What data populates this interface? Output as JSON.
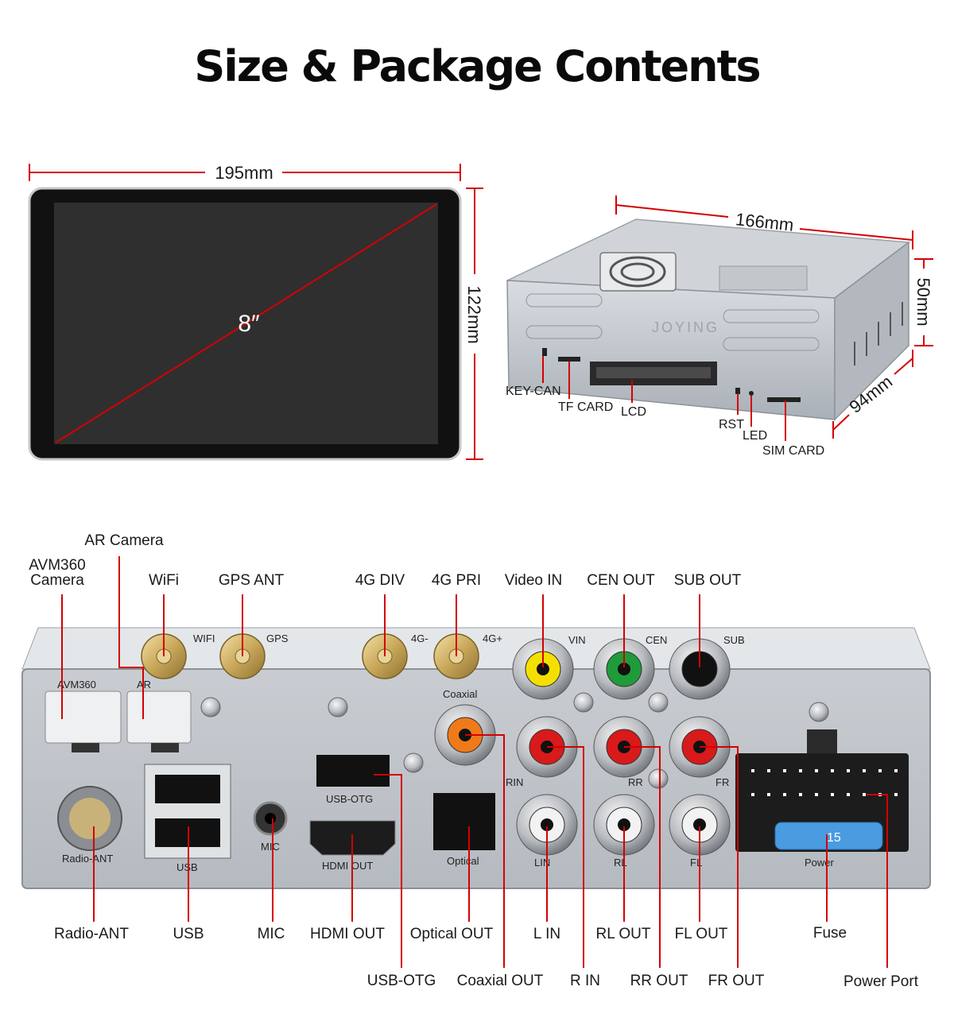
{
  "title": "Size & Package Contents",
  "screen": {
    "width_label": "195mm",
    "height_label": "122mm",
    "diagonal_label": "8″"
  },
  "host": {
    "length_label": "166mm",
    "height_label": "50mm",
    "depth_label": "94mm",
    "brand_mark": "JOYING",
    "ports": [
      "KEY-CAN",
      "TF CARD",
      "LCD",
      "RST",
      "LED",
      "SIM CARD"
    ]
  },
  "rear": {
    "top_labels": {
      "ar_camera": "AR Camera",
      "avm360_line1": "AVM360",
      "avm360_line2": "Camera",
      "wifi": "WiFi",
      "gps_ant": "GPS ANT",
      "g4_div": "4G DIV",
      "g4_pri": "4G PRI",
      "video_in": "Video IN",
      "cen_out": "CEN OUT",
      "sub_out": "SUB OUT"
    },
    "bottom_labels": {
      "radio_ant": "Radio-ANT",
      "usb": "USB",
      "mic": "MIC",
      "hdmi_out": "HDMI OUT",
      "optical_out": "Optical OUT",
      "l_in": "L IN",
      "rl_out": "RL OUT",
      "fl_out": "FL OUT",
      "fuse": "Fuse",
      "usb_otg": "USB-OTG",
      "coaxial_out": "Coaxial OUT",
      "r_in": "R IN",
      "rr_out": "RR OUT",
      "fr_out": "FR OUT",
      "power_port": "Power Port"
    },
    "panel_print": {
      "avm360": "AVM360",
      "ar": "AR",
      "wifi": "WIFI",
      "gps": "GPS",
      "g4m": "4G-",
      "g4p": "4G+",
      "vin": "VIN",
      "cen": "CEN",
      "sub": "SUB",
      "coaxial": "Coaxial",
      "rin": "RIN",
      "rr": "RR",
      "fr": "FR",
      "usb_otg": "USB-OTG",
      "radio_ant": "Radio-ANT",
      "usb": "USB",
      "mic": "MIC",
      "hdmi_out": "HDMI  OUT",
      "optical": "Optical",
      "lin": "LIN",
      "rl": "RL",
      "fl": "FL",
      "power": "Power",
      "fuse_value": "15"
    }
  },
  "colors": {
    "dimension_line": "#d40000",
    "rca_yellow": "#f4e000",
    "rca_green": "#1f9b3a",
    "rca_black": "#111111",
    "rca_orange": "#f07a1a",
    "rca_red": "#d81a1a",
    "rca_white": "#f2f2f2",
    "fuse_blue": "#4a9be0"
  }
}
